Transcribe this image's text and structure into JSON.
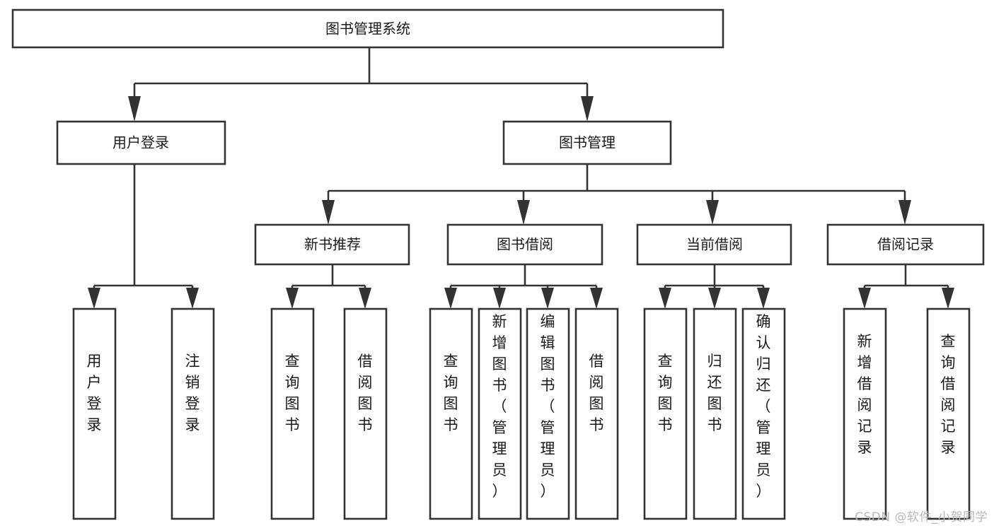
{
  "diagram": {
    "type": "tree-hierarchy",
    "title": "图书管理系统",
    "orientation": "top-down",
    "colors": {
      "box_stroke": "#333333",
      "box_fill": "#ffffff",
      "connector": "#333333",
      "text": "#1a1a1a",
      "watermark": "#b8b8b8",
      "background": "#ffffff"
    },
    "levels": {
      "root": {
        "label": "图书管理系统",
        "orientation": "horizontal"
      },
      "level2": [
        {
          "label": "用户登录",
          "orientation": "horizontal"
        },
        {
          "label": "图书管理",
          "orientation": "horizontal"
        }
      ],
      "level3": [
        {
          "label": "新书推荐",
          "orientation": "horizontal",
          "parent": "图书管理"
        },
        {
          "label": "图书借阅",
          "orientation": "horizontal",
          "parent": "图书管理"
        },
        {
          "label": "当前借阅",
          "orientation": "horizontal",
          "parent": "图书管理"
        },
        {
          "label": "借阅记录",
          "orientation": "horizontal",
          "parent": "图书管理"
        }
      ],
      "leaves": [
        {
          "label": "用户登录",
          "orientation": "vertical",
          "parent": "用户登录"
        },
        {
          "label": "注销登录",
          "orientation": "vertical",
          "parent": "用户登录"
        },
        {
          "label": "查询图书",
          "orientation": "vertical",
          "parent": "新书推荐"
        },
        {
          "label": "借阅图书",
          "orientation": "vertical",
          "parent": "新书推荐"
        },
        {
          "label": "查询图书",
          "orientation": "vertical",
          "parent": "图书借阅"
        },
        {
          "label": "新增图书（管理员）",
          "orientation": "vertical",
          "parent": "图书借阅"
        },
        {
          "label": "编辑图书（管理员）",
          "orientation": "vertical",
          "parent": "图书借阅"
        },
        {
          "label": "借阅图书",
          "orientation": "vertical",
          "parent": "图书借阅"
        },
        {
          "label": "查询图书",
          "orientation": "vertical",
          "parent": "当前借阅"
        },
        {
          "label": "归还图书",
          "orientation": "vertical",
          "parent": "当前借阅"
        },
        {
          "label": "确认归还（管理员）",
          "orientation": "vertical",
          "parent": "当前借阅"
        },
        {
          "label": "新增借阅记录",
          "orientation": "vertical",
          "parent": "借阅记录"
        },
        {
          "label": "查询借阅记录",
          "orientation": "vertical",
          "parent": "借阅记录"
        }
      ]
    }
  },
  "watermark": {
    "text": "CSDN @软件_小贺同学"
  }
}
